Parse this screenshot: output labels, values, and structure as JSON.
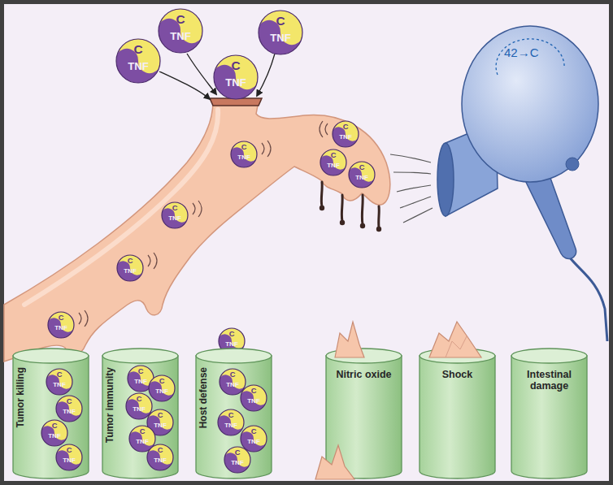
{
  "diagram": {
    "nodes": [
      {
        "text": [
          "C",
          "TNF"
        ]
      },
      {
        "text": [
          "C",
          "TNF"
        ]
      },
      {
        "text": [
          "C",
          "TNF"
        ]
      },
      {
        "text": [
          "C",
          "TNF"
        ]
      },
      {
        "text": [
          "C",
          "TNF"
        ]
      },
      {
        "text": [
          "C",
          "TNF"
        ]
      },
      {
        "text": [
          "C",
          "TNF"
        ]
      },
      {
        "text": [
          "C",
          "TNF"
        ]
      },
      {
        "text": [
          "C",
          "TNF"
        ]
      },
      {
        "text": [
          "C",
          "TNF"
        ]
      },
      {
        "text": [
          "C",
          "TNF"
        ]
      },
      {
        "text": [
          "42→C"
        ]
      },
      {
        "text": [
          "C",
          "TNF"
        ]
      },
      {
        "text": [
          "Tumor killing"
        ]
      },
      {
        "text": [
          "C",
          "TNF"
        ],
        "in": 13
      },
      {
        "text": [
          "C",
          "TNF"
        ],
        "in": 13
      },
      {
        "text": [
          "C",
          "TNF"
        ],
        "in": 13
      },
      {
        "text": [
          "C",
          "TNF"
        ],
        "in": 13
      },
      {
        "text": [
          "Tumor immunity"
        ]
      },
      {
        "text": [
          "C",
          "TNF"
        ],
        "in": 18
      },
      {
        "text": [
          "C",
          "TNF"
        ],
        "in": 18
      },
      {
        "text": [
          "C",
          "TNF"
        ],
        "in": 18
      },
      {
        "text": [
          "C",
          "TNF"
        ],
        "in": 18
      },
      {
        "text": [
          "C",
          "TNF"
        ],
        "in": 18
      },
      {
        "text": [
          "C",
          "TNF"
        ],
        "in": 18
      },
      {
        "text": [
          "Host defense"
        ]
      },
      {
        "text": [
          "C",
          "TNF"
        ],
        "in": 25
      },
      {
        "text": [
          "C",
          "TNF"
        ],
        "in": 25
      },
      {
        "text": [
          "C",
          "TNF"
        ],
        "in": 25
      },
      {
        "text": [
          "C",
          "TNF"
        ],
        "in": 25
      },
      {
        "text": [
          "C",
          "TNF"
        ],
        "in": 25
      },
      {
        "text": [
          "Nitric oxide"
        ]
      },
      {
        "text": [
          "Shock"
        ]
      },
      {
        "text": [
          "Intestinal damage"
        ]
      }
    ]
  }
}
